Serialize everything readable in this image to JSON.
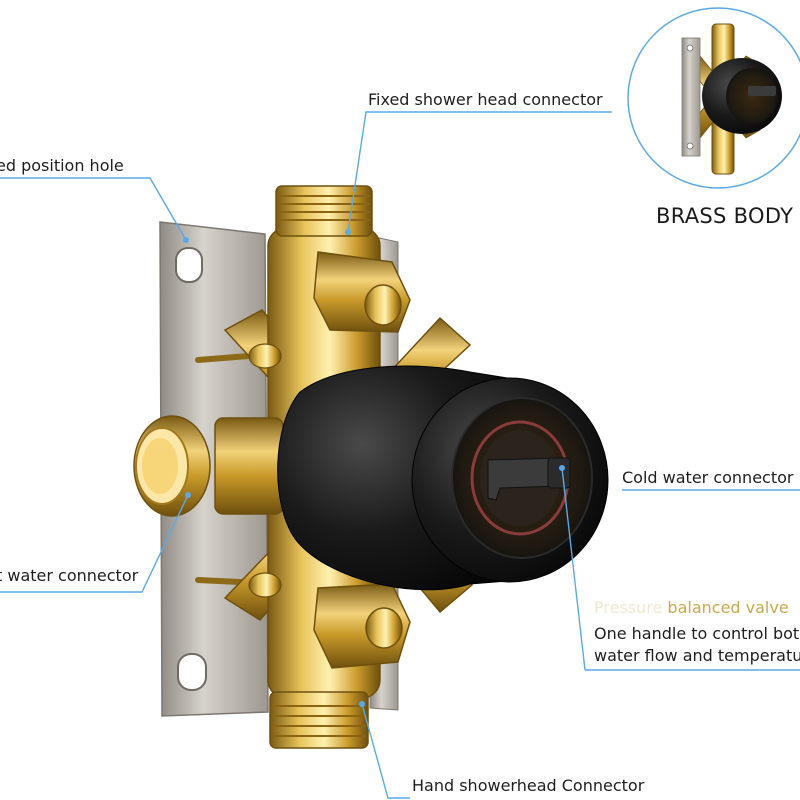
{
  "labels": {
    "fixed_position_hole": "ed position hole",
    "fixed_shower_head_connector": "Fixed shower head connector",
    "cold_water_connector": "Cold water connector",
    "hot_water_connector": "t water connector",
    "hand_showerhead_connector": "Hand showerhead Connector",
    "brass_body": "BRASS BODY"
  },
  "valve_callout": {
    "title_faded": "Pressure",
    "title_main": "balanced valve",
    "line1": "One handle to control bot",
    "line2": "water flow and temperatu"
  },
  "colors": {
    "callout_line": "#5aa9e6",
    "brass": "#c9a032",
    "handle_black": "#151515",
    "plate_silver": "#b9b4ad",
    "valve_title": "#c9a94f"
  }
}
